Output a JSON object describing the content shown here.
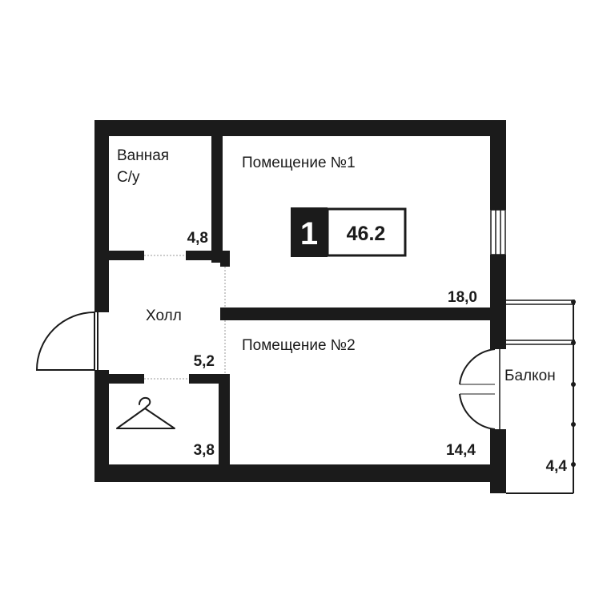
{
  "badge": {
    "rooms": "1",
    "total_area": "46.2"
  },
  "rooms": {
    "bathroom": {
      "name_line1": "Ванная",
      "name_line2": "С/у",
      "area": "4,8"
    },
    "room1": {
      "name": "Помещение №1",
      "area": "18,0"
    },
    "hall": {
      "name": "Холл",
      "area": "5,2"
    },
    "room2": {
      "name": "Помещение №2",
      "area": "14,4"
    },
    "closet": {
      "area": "3,8"
    },
    "balcony": {
      "name": "Балкон",
      "area": "4,4"
    }
  },
  "colors": {
    "wall": "#1b1b1b",
    "background": "#ffffff",
    "thin_line": "#9a9a9a"
  },
  "icons": {
    "closet": "hanger-icon",
    "entrance": "door-icon"
  }
}
